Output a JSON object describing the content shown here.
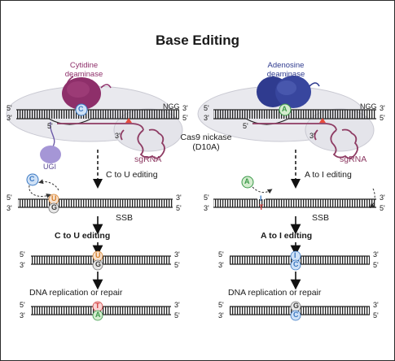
{
  "title": "Base Editing",
  "left": {
    "enzyme_line1": "Cytidine",
    "enzyme_line2": "deaminase",
    "target_base": "C",
    "pam": "NGG",
    "sgrna": "sgRNA",
    "ugi": "UGI",
    "free_base": "C",
    "step1": "C to U editing",
    "ssb": "SSB",
    "step2": "C to U editing",
    "step3": "DNA replication or repair",
    "s1_top": "U",
    "s1_bot": "G",
    "s2_top": "U",
    "s2_bot": "G",
    "s3_top": "T",
    "s3_bot": "A"
  },
  "right": {
    "enzyme_line1": "Adenosine",
    "enzyme_line2": "deaminase",
    "target_base": "A",
    "pam": "NGG",
    "sgrna": "sgRNA",
    "free_base": "A",
    "step1": "A to I editing",
    "ssb": "SSB",
    "step2": "A to I editing",
    "step3": "DNA replication or repair",
    "s1_top": "I",
    "s1_bot": "T",
    "s2_top": "I",
    "s2_bot": "C",
    "s3_top": "G",
    "s3_bot": "C"
  },
  "center": {
    "nickase_line1": "Cas9 nickase",
    "nickase_line2": "(D10A)"
  },
  "ends": {
    "five": "5'",
    "three": "3'"
  },
  "colors": {
    "cytidine": "#8e2f6a",
    "adenosine": "#2f3b8f",
    "ugi": "#a596d6",
    "cas9": "#e8e8ec",
    "sgrna": "#8e3b63",
    "base_c": "#3a78c2",
    "base_g": "#3c3c3c",
    "base_u": "#d9822b",
    "base_t": "#d23c3c",
    "base_a": "#3c9a4a",
    "base_i": "#3a78c2"
  }
}
